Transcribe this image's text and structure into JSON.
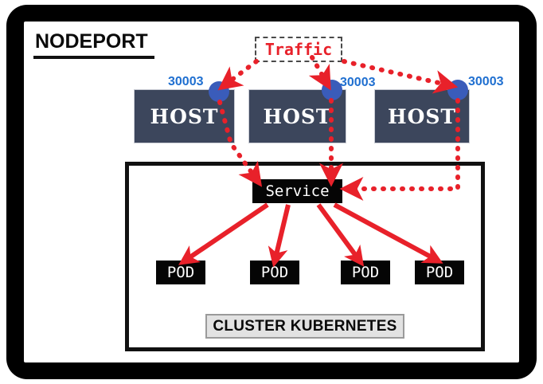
{
  "diagram": {
    "title": "NODEPORT",
    "traffic_label": "Traffic",
    "accent_red": "#e8212a",
    "host_fill": "#3c465c",
    "port_blue": "#1f6fd0",
    "dot_blue": "#3a5cba",
    "cluster_label": "CLUSTER KUBERNETES",
    "service_label": "Service",
    "hosts": [
      {
        "label": "HOST",
        "port": "30003"
      },
      {
        "label": "HOST",
        "port": "30003"
      },
      {
        "label": "HOST",
        "port": "30003"
      }
    ],
    "pods": [
      {
        "label": "POD"
      },
      {
        "label": "POD"
      },
      {
        "label": "POD"
      },
      {
        "label": "POD"
      }
    ]
  }
}
